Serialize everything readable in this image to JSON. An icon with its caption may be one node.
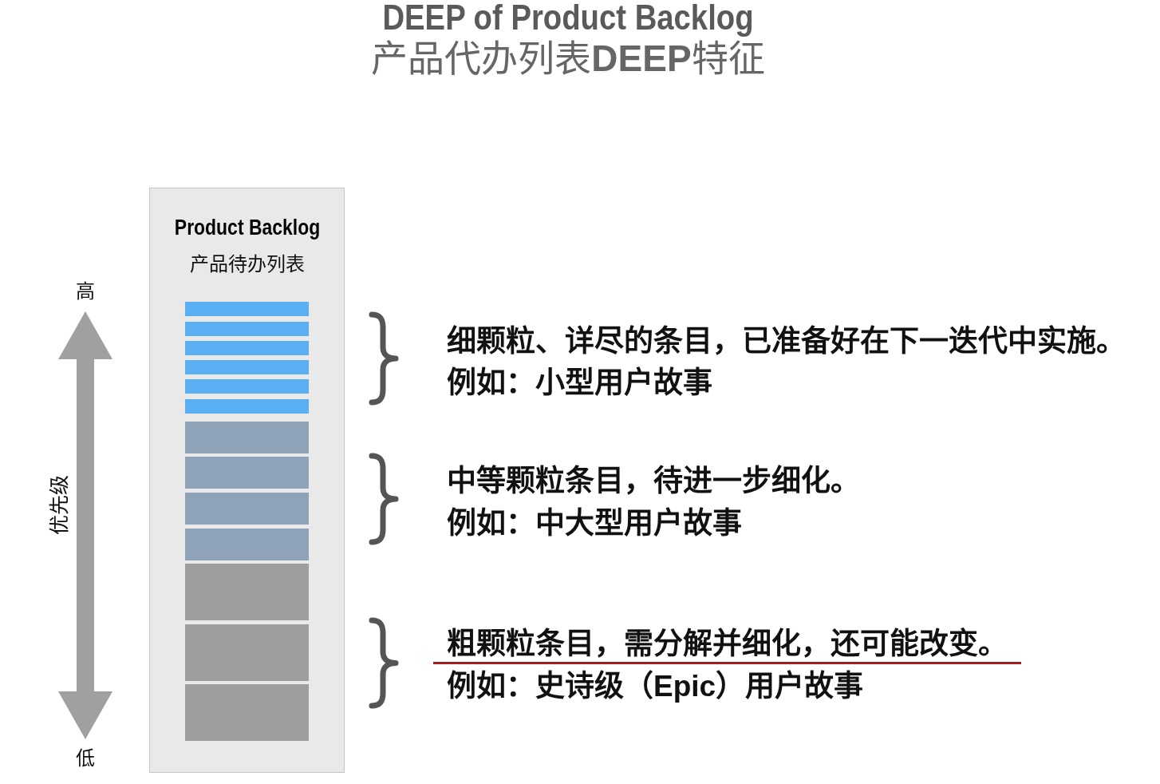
{
  "diagram": {
    "title": "DEEP of Product Backlog",
    "nodes": [
      {
        "text": [
          "Product Backlog",
          "产品待办列表"
        ]
      },
      {
        "text": [],
        "shape": "bar",
        "in": 0
      },
      {
        "text": [],
        "shape": "bar",
        "in": 0
      },
      {
        "text": [],
        "shape": "bar",
        "in": 0
      },
      {
        "text": [],
        "shape": "bar",
        "in": 0
      },
      {
        "text": [],
        "shape": "bar",
        "in": 0
      },
      {
        "text": [],
        "shape": "bar",
        "in": 0
      },
      {
        "text": [],
        "shape": "bar",
        "in": 0
      },
      {
        "text": [],
        "shape": "bar",
        "in": 0
      },
      {
        "text": [],
        "shape": "bar",
        "in": 0
      },
      {
        "text": [],
        "shape": "bar",
        "in": 0
      },
      {
        "text": [],
        "shape": "bar",
        "in": 0
      },
      {
        "text": [],
        "shape": "bar",
        "in": 0
      },
      {
        "text": [],
        "shape": "bar",
        "in": 0
      }
    ],
    "labels": [
      "产品代办列表**DEEP**特征",
      "高",
      "优先级",
      "低",
      "细颗粒、详尽的条目，已准备好在下一迭代中实施。",
      "例如：小型用户故事",
      "中等颗粒条目，待进一步细化。",
      "例如：中大型用户故事",
      "粗颗粒条目，需分解并细化，还可能改变。",
      "例如：史诗级（Epic）用户故事"
    ]
  }
}
